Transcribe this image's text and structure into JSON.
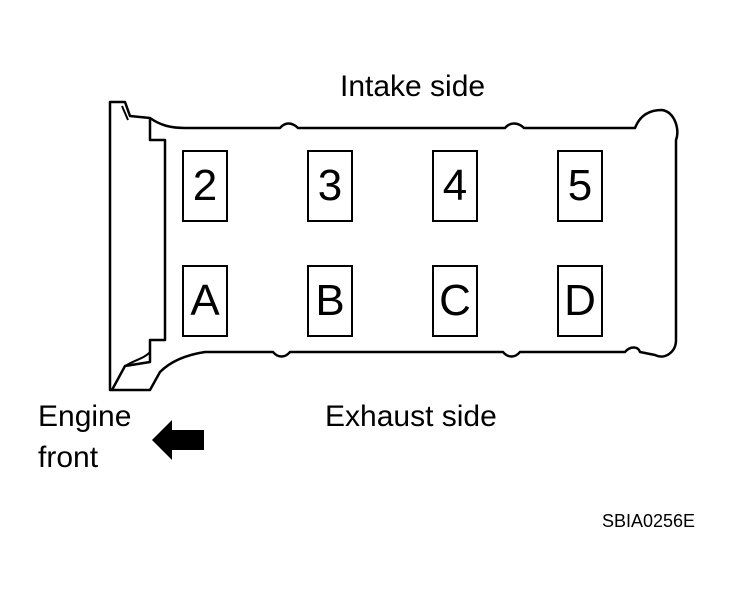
{
  "labels": {
    "intake": "Intake side",
    "exhaust": "Exhaust side",
    "engine_front_line1": "Engine",
    "engine_front_line2": "front",
    "figure_code": "SBIA0256E"
  },
  "journal_caps": {
    "intake_row": [
      "2",
      "3",
      "4",
      "5"
    ],
    "exhaust_row": [
      "A",
      "B",
      "C",
      "D"
    ]
  },
  "arrow_icon": "arrow-left-icon"
}
